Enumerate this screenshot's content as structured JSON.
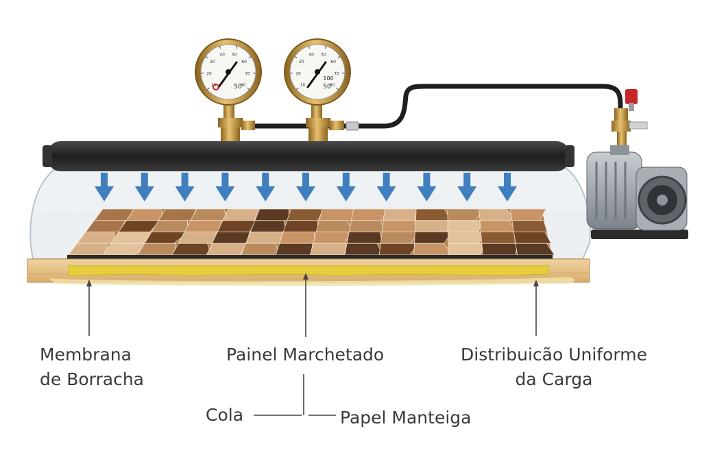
{
  "labels": {
    "rubber_membrane": {
      "line1": "Membrana",
      "line2": "de Borracha"
    },
    "marquetry_panel": "Painel Marchetado",
    "uniform_load": {
      "line1": "Distribuicão Uniforme",
      "line2": "da Carga"
    },
    "glue": "Cola",
    "parchment_paper": "Papel Manteiga"
  },
  "gauges": [
    {
      "scale": [
        "10",
        "20",
        "30",
        "40",
        "50",
        "60",
        "70",
        "80"
      ],
      "reading": "50"
    },
    {
      "scale": [
        "10",
        "20",
        "30",
        "40",
        "50",
        "60",
        "70",
        "80"
      ],
      "reading": "50",
      "extra": "100"
    }
  ],
  "colors": {
    "arrow": "#3f7fc0",
    "bar": "#2a2a2a",
    "wood_base": "#e8c48e",
    "glue": "#e6cf3a",
    "brass": "#c99a3a",
    "pump": "#9a9fa6",
    "valve": "#c8262a"
  },
  "arrow_count": 11
}
